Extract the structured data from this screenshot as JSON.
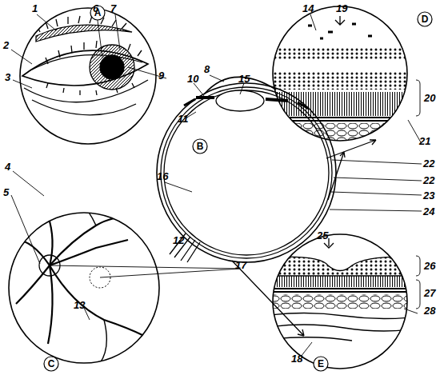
{
  "diagram": {
    "nodes": [
      {
        "text": [
          "A"
        ]
      },
      {
        "text": [
          "D"
        ]
      },
      {
        "text": [
          "B"
        ]
      },
      {
        "text": [
          "C"
        ]
      },
      {
        "text": [
          "E"
        ]
      }
    ],
    "labels": [
      "1",
      "6",
      "7",
      "14",
      "19",
      "2",
      "8",
      "9",
      "10",
      "15",
      "3",
      "20",
      "11",
      "21",
      "22",
      "22",
      "23",
      "24",
      "16",
      "4",
      "5",
      "12",
      "25",
      "26",
      "17",
      "27",
      "28",
      "13",
      "18"
    ]
  }
}
